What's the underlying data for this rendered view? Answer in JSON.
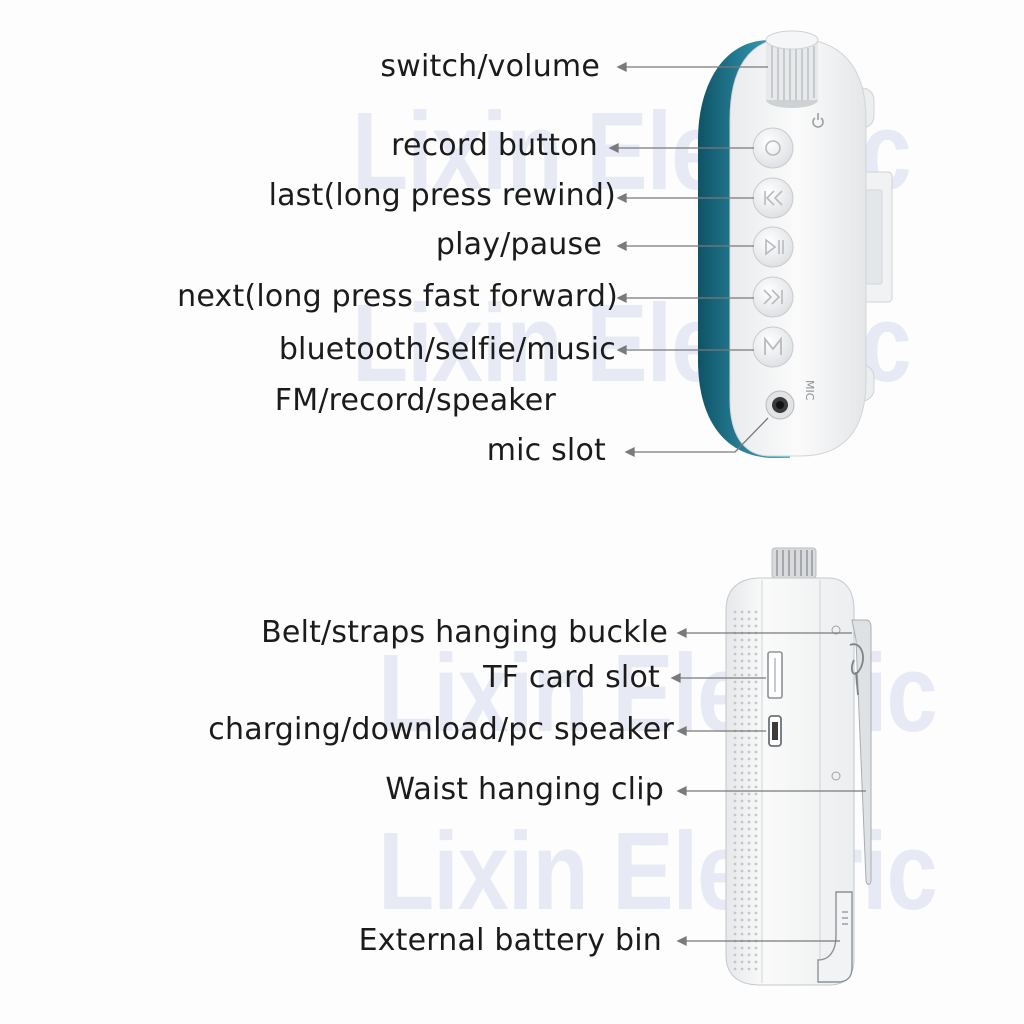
{
  "watermark": {
    "text": "Lixin Electric"
  },
  "front_view": {
    "labels": {
      "switch_volume": "switch/volume",
      "record_button": "record button",
      "last": "last(long press rewind)",
      "play_pause": "play/pause",
      "next": "next(long press fast forward)",
      "mode_line1": "bluetooth/selfie/music",
      "mode_line2": "FM/record/speaker",
      "mic_slot": "mic slot"
    },
    "device_text": {
      "mic_mark": "MIC"
    }
  },
  "side_view": {
    "labels": {
      "belt_buckle": "Belt/straps hanging buckle",
      "tf_slot": "TF card slot",
      "charging": "charging/download/pc speaker",
      "waist_clip": "Waist hanging clip",
      "battery_bin": "External battery bin"
    }
  },
  "colors": {
    "device_body": "#f4f5f6",
    "device_accent": "#1e6f86",
    "leader_line": "#7a7a7a",
    "watermark": "#c9d2ec"
  }
}
